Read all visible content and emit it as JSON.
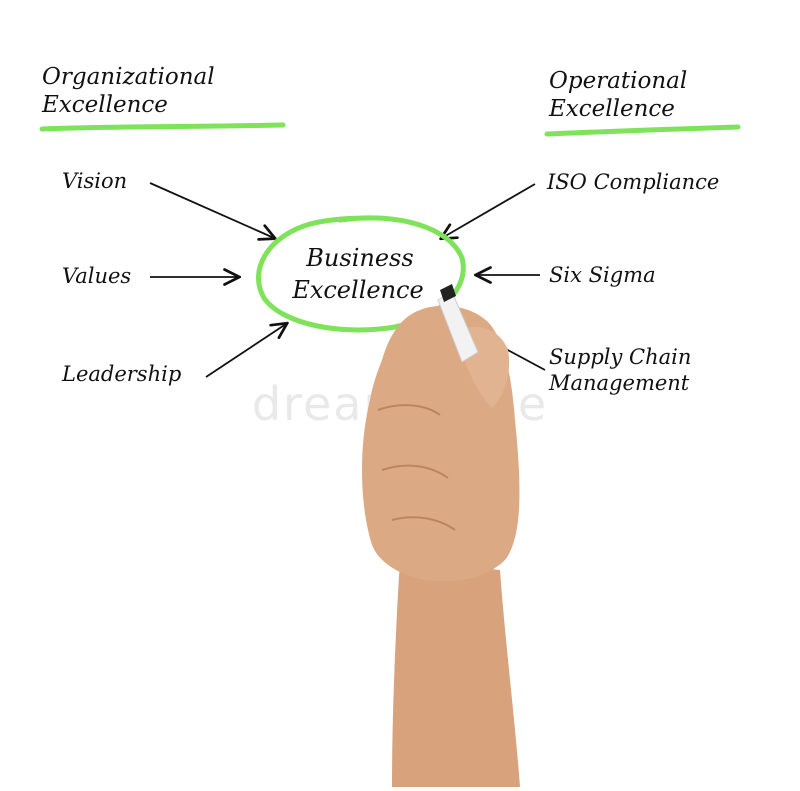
{
  "headers": {
    "left": {
      "line1": "Organizational",
      "line2": "Excellence"
    },
    "right": {
      "line1": "Operational",
      "line2": "Excellence"
    }
  },
  "center": {
    "line1": "Business",
    "line2": "Excellence"
  },
  "left_items": {
    "vision": "Vision",
    "values": "Values",
    "leadership": "Leadership"
  },
  "right_items": {
    "iso": "ISO Compliance",
    "six_sigma": "Six Sigma",
    "supply_line1": "Supply Chain",
    "supply_line2": "Management"
  },
  "colors": {
    "accent_green": "#7ee25a",
    "ink": "#111111",
    "skin": "#d9a883",
    "marker_body": "#f2f2f2"
  },
  "watermark": "dreamstime"
}
